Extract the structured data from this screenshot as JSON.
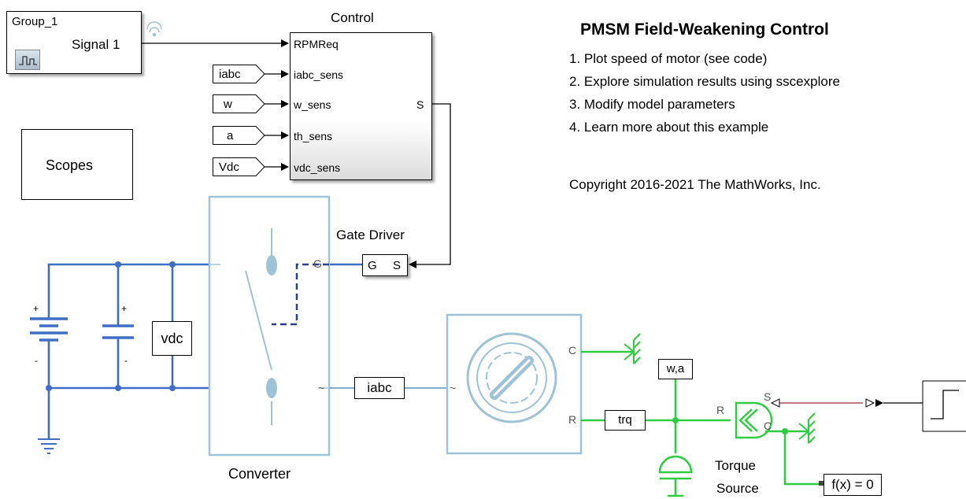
{
  "title": "PMSM Field-Weakening Control",
  "links": [
    "1. Plot speed of motor (see code)",
    "2. Explore simulation results using sscexplore",
    "3. Modify model parameters",
    "4. Learn more about this example"
  ],
  "copyright": "Copyright 2016-2021 The MathWorks, Inc.",
  "signal_builder": {
    "group": "Group_1",
    "signal": "Signal 1"
  },
  "control": {
    "name": "Control",
    "inputs": [
      "RPMReq",
      "iabc_sens",
      "w_sens",
      "th_sens",
      "vdc_sens"
    ],
    "output": "S"
  },
  "from_tags": [
    "iabc",
    "w",
    "a",
    "Vdc"
  ],
  "scopes": "Scopes",
  "gate_driver": {
    "name": "Gate Driver",
    "in_port": "G",
    "out_port": "S"
  },
  "converter": {
    "name": "Converter",
    "port_g": "G",
    "port_ac": "~"
  },
  "goto_tags": {
    "vdc": "vdc",
    "iabc": "iabc",
    "wa": "w,a",
    "trq": "trq"
  },
  "motor": {
    "port_c": "C",
    "port_r": "R",
    "port_ac": "~"
  },
  "torque_source": {
    "name_line1": "Torque",
    "name_line2": "Source",
    "port_s": "S",
    "port_c": "C",
    "port_r": "R"
  },
  "solver": "f(x) = 0",
  "battery_signs": {
    "plus": "+",
    "minus": "-"
  },
  "colors": {
    "electrical": "#3f6fc4",
    "mechanical": "#2ecc40",
    "block": "#9fc3d6",
    "physical_signal": "#b05050"
  }
}
